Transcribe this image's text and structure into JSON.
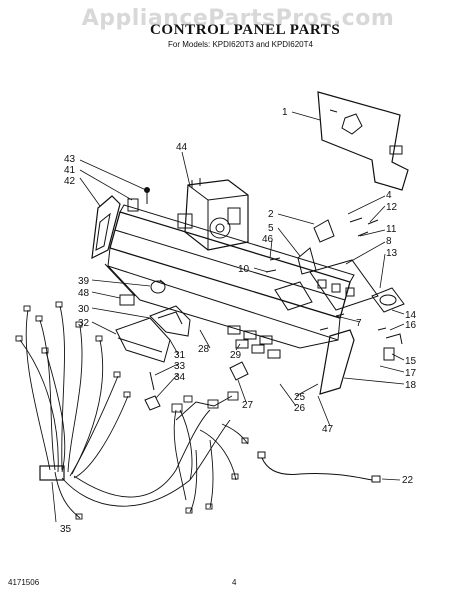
{
  "watermark": "AppliancePartsPros.com",
  "title": "CONTROL PANEL PARTS",
  "subtitle": "For Models: KPDI620T3 and KPDI620T4",
  "doc_id": "4171506",
  "page_number": "4",
  "callouts": {
    "c1": "1",
    "c2": "2",
    "c4": "4",
    "c5": "5",
    "c7": "7",
    "c8": "8",
    "c10": "10",
    "c11": "11",
    "c12": "12",
    "c13": "13",
    "c14": "14",
    "c15": "15",
    "c16": "16",
    "c17": "17",
    "c18": "18",
    "c22": "22",
    "c25": "25",
    "c26": "26",
    "c27": "27",
    "c28": "28",
    "c29": "29",
    "c30": "30",
    "c31": "31",
    "c32": "32",
    "c33": "33",
    "c34": "34",
    "c35": "35",
    "c39": "39",
    "c41": "41",
    "c42": "42",
    "c43": "43",
    "c44": "44",
    "c46": "46",
    "c47": "47",
    "c48": "48"
  }
}
